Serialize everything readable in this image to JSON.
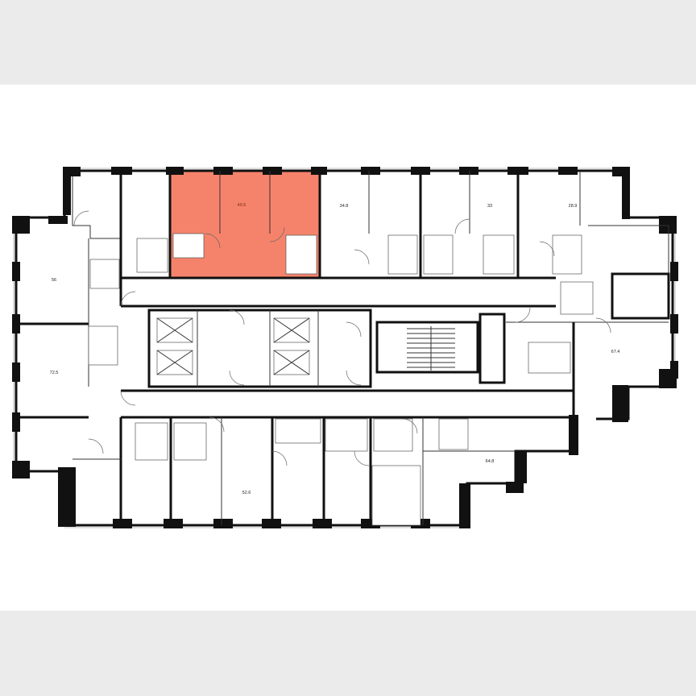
{
  "plan": {
    "selected_unit": "49.5",
    "highlight_color": "#f5836b",
    "highlight_stroke": "#7a1f10",
    "apartments": [
      {
        "id": "u49",
        "area": "49.5",
        "selected": true
      },
      {
        "id": "u348",
        "area": "34.8"
      },
      {
        "id": "u33",
        "area": "33"
      },
      {
        "id": "u289",
        "area": "28.9"
      },
      {
        "id": "u56",
        "area": "56"
      },
      {
        "id": "u725",
        "area": "72.5"
      },
      {
        "id": "u674",
        "area": "67.4"
      },
      {
        "id": "u526",
        "area": "52.6"
      },
      {
        "id": "u648",
        "area": "64.8"
      }
    ]
  }
}
